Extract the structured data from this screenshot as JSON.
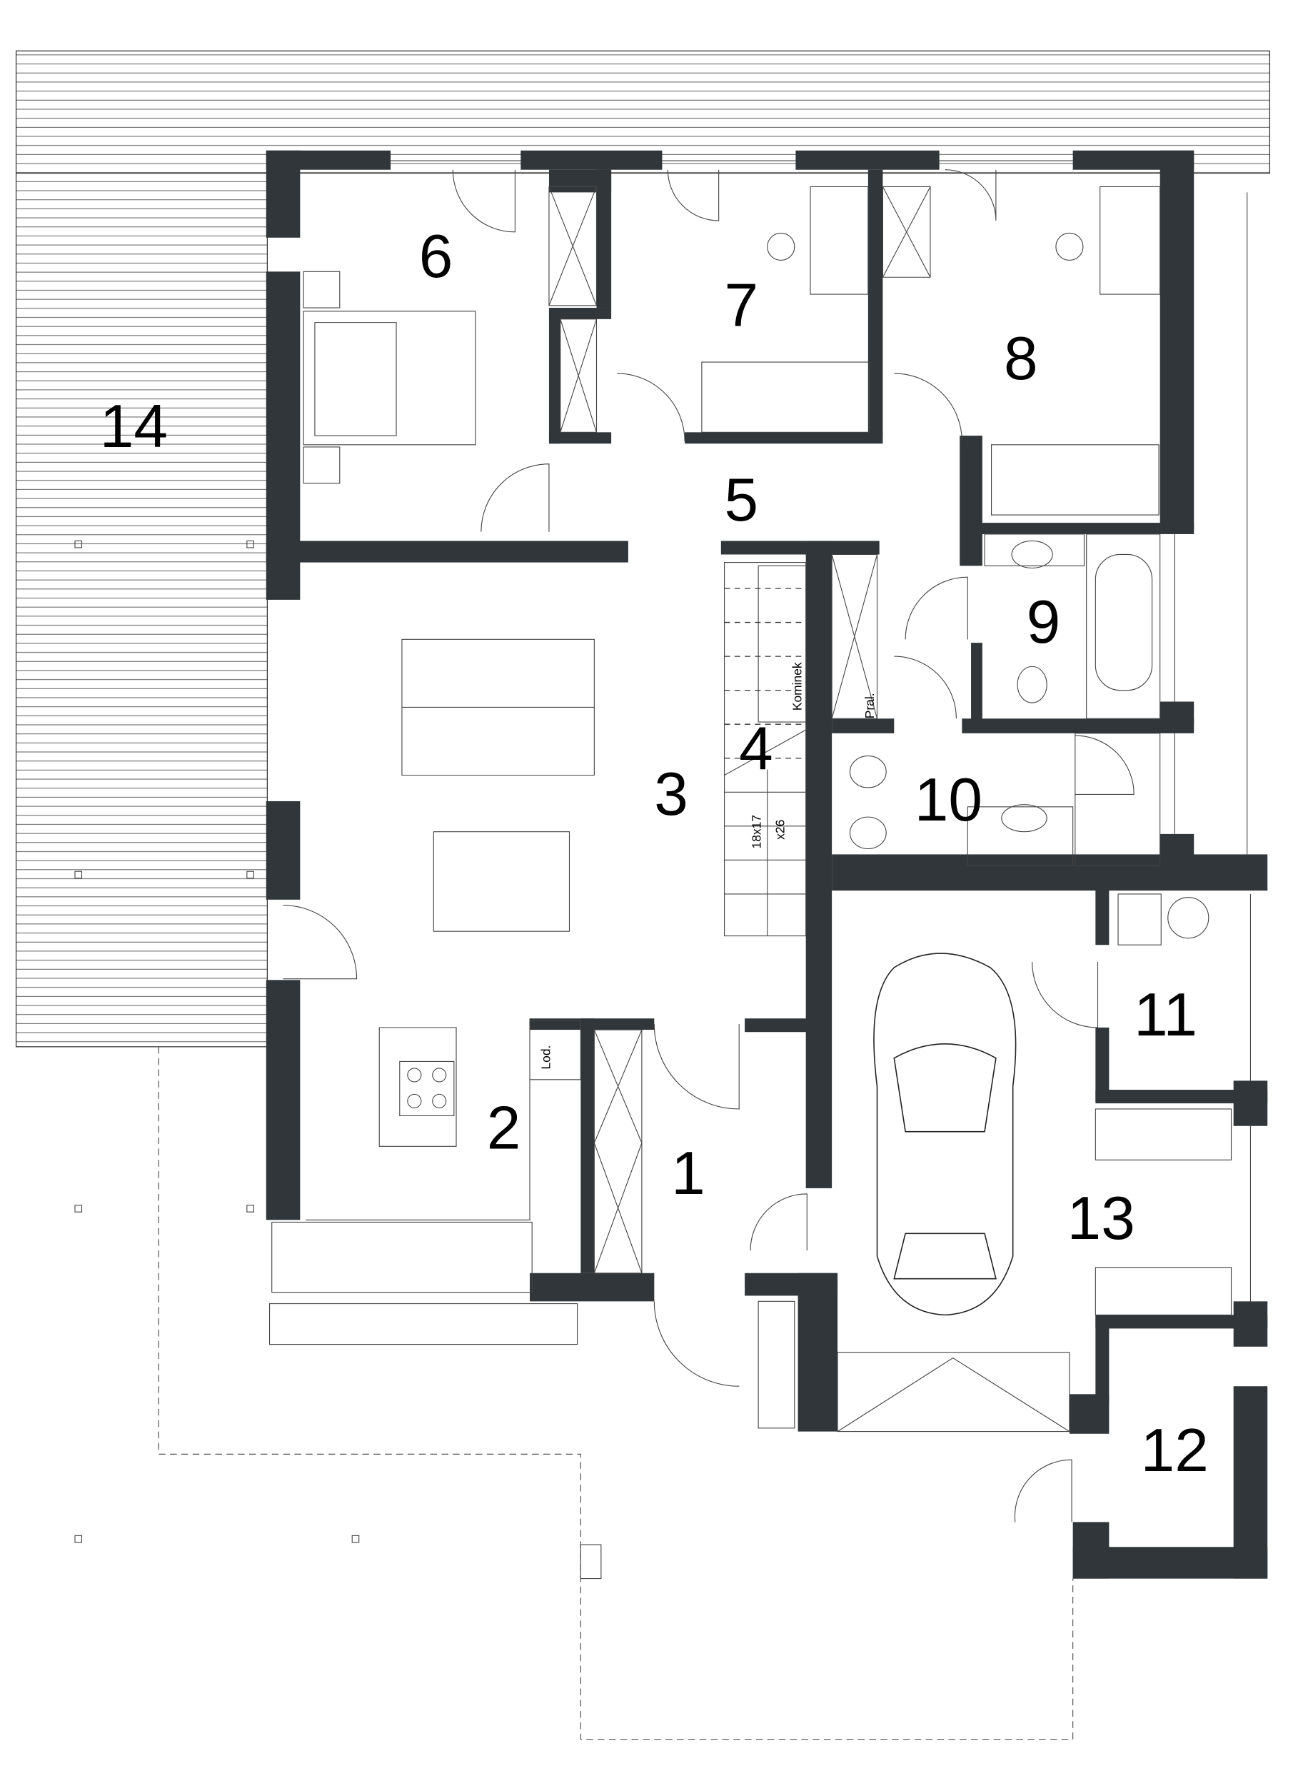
{
  "rooms": [
    {
      "number": "1"
    },
    {
      "number": "2"
    },
    {
      "number": "3"
    },
    {
      "number": "4"
    },
    {
      "number": "5"
    },
    {
      "number": "6"
    },
    {
      "number": "7"
    },
    {
      "number": "8"
    },
    {
      "number": "9"
    },
    {
      "number": "10"
    },
    {
      "number": "11"
    },
    {
      "number": "12"
    },
    {
      "number": "13"
    },
    {
      "number": "14"
    }
  ],
  "annotations": {
    "fridge": "Lod.",
    "laundry": "Pral.",
    "chimney": "Kominek",
    "stairs_steps": "18x17",
    "stairs_count": "x26"
  },
  "colors": {
    "wall": "#30363a",
    "line": "#222222"
  }
}
